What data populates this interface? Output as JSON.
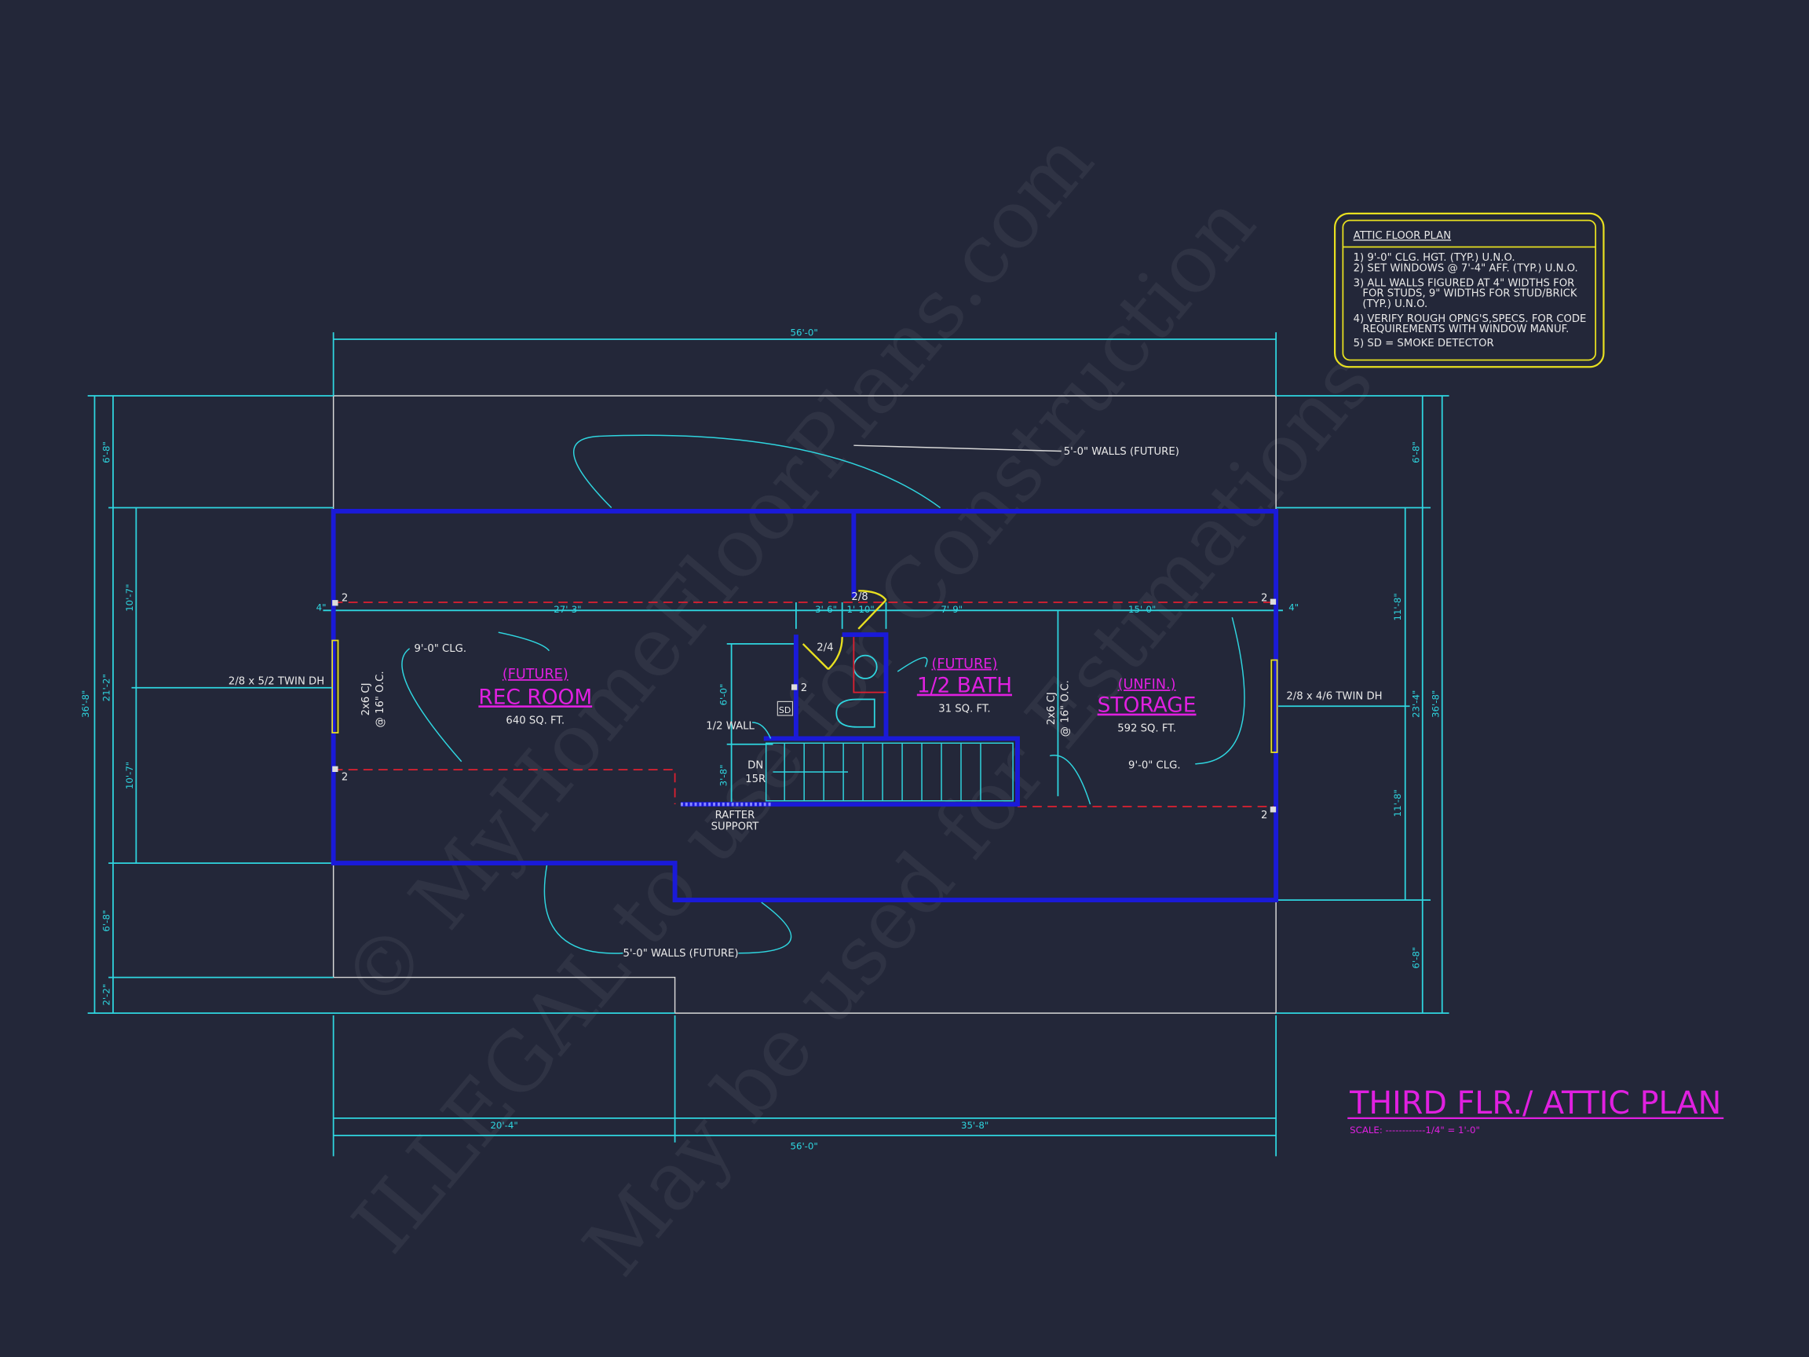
{
  "drawing": {
    "title": "THIRD FLR./ ATTIC PLAN",
    "scale": "SCALE: ------------1/4\" = 1'-0\""
  },
  "notes": {
    "title": "ATTIC FLOOR PLAN",
    "items": [
      "1) 9'-0\"  CLG. HGT. (TYP.) U.N.O.",
      "2) SET WINDOWS @ 7'-4\" AFF. (TYP.) U.N.O.",
      "3) ALL WALLS FIGURED AT 4\" WIDTHS FOR",
      "FOR STUDS, 9\" WIDTHS FOR STUD/BRICK",
      "(TYP.) U.N.O.",
      "4) VERIFY ROUGH OPNG'S,SPECS. FOR CODE",
      "REQUIREMENTS WITH WINDOW MANUF.",
      "5) SD = SMOKE DETECTOR"
    ]
  },
  "rooms": {
    "rec": {
      "tag": "(FUTURE)",
      "name": "REC ROOM",
      "area": "640 SQ. FT."
    },
    "bath": {
      "tag": "(FUTURE)",
      "name": "1/2 BATH",
      "area": "31 SQ. FT."
    },
    "storage": {
      "tag": "(UNFIN.)",
      "name": "STORAGE",
      "area": "592 SQ. FT."
    }
  },
  "annotations": {
    "walls_future_top": "5'-0\" WALLS (FUTURE)",
    "walls_future_bottom": "5'-0\" WALLS (FUTURE)",
    "clg_left": "9'-0\" CLG.",
    "clg_right": "9'-0\" CLG.",
    "window_left": "2/8 x 5/2 TWIN DH",
    "window_right": "2/8 x 4/6 TWIN DH",
    "cj_1": "2x6 CJ",
    "cj_2": "@ 16\" O.C.",
    "half_wall": "1/2 WALL",
    "sd": "SD",
    "dn": "DN",
    "risers": "15R",
    "rafter1": "RAFTER",
    "rafter2": "SUPPORT",
    "door_bath": "2/4",
    "door_attic": "2/8",
    "post": "2"
  },
  "dimensions": {
    "top": "56'-0\"",
    "bottom_total": "56'-0\"",
    "bottom_left": "20'-4\"",
    "bottom_right": "35'-8\"",
    "left_total": "36'-8\"",
    "left_a": "6'-8\"",
    "left_b": "21'-2\"",
    "left_c": "6'-8\"",
    "left_d": "2'-2\"",
    "left_e": "10'-7\"",
    "left_f": "10'-7\"",
    "right_total": "36'-8\"",
    "right_a": "6'-8\"",
    "right_b": "23'-4\"",
    "right_c": "6'-8\"",
    "right_d": "11'-8\"",
    "right_e": "11'-8\"",
    "int_a": "27'-3\"",
    "int_b": "3'-6\"",
    "int_c": "1'-10\"",
    "int_d": "7'-9\"",
    "int_e": "15'-0\"",
    "int_4a": "4\"",
    "int_4b": "4\"",
    "stair_a": "6'-0\"",
    "stair_b": "3'-8\""
  },
  "watermark": {
    "line1": "© MyHomeFloorPlans.com",
    "line2": "ILLEGAL to use for Construction",
    "line3": "May be used for Estimations"
  }
}
